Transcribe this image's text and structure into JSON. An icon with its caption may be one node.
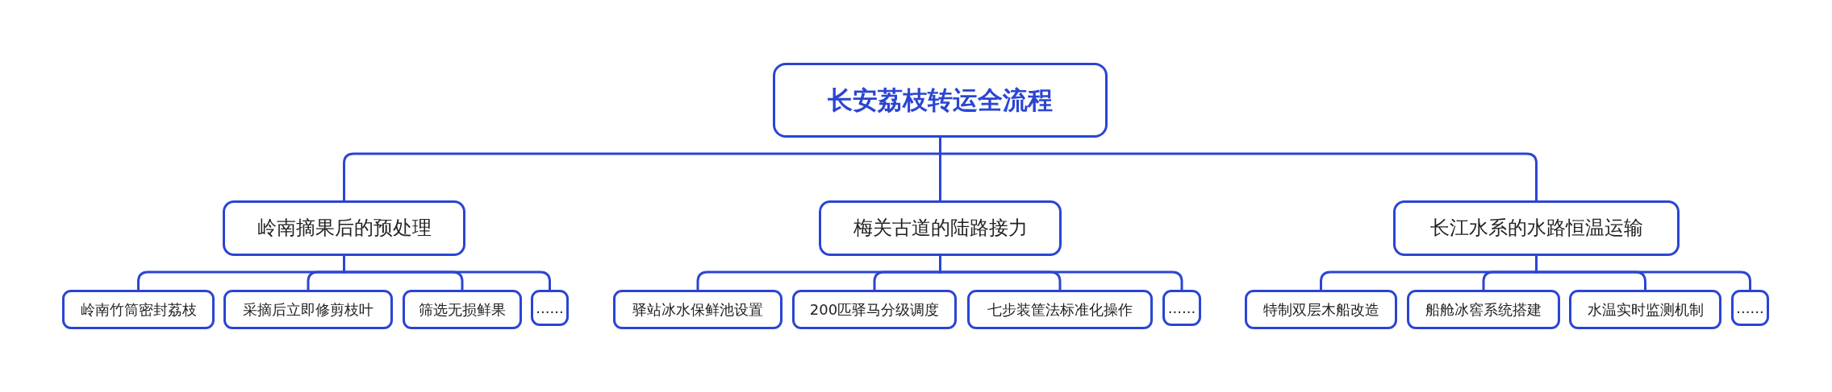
{
  "diagram": {
    "nodes": [
      {
        "text": [
          "长安荔枝转运全流程"
        ]
      },
      {
        "text": [
          "岭南摘果后的预处理"
        ]
      },
      {
        "text": [
          "梅关古道的陆路接力"
        ]
      },
      {
        "text": [
          "长江水系的水路恒温运输"
        ]
      },
      {
        "text": [
          "岭南竹筒密封荔枝"
        ]
      },
      {
        "text": [
          "采摘后立即修剪枝叶"
        ]
      },
      {
        "text": [
          "筛选无损鲜果"
        ]
      },
      {
        "text": [
          "......"
        ]
      },
      {
        "text": [
          "驿站冰水保鲜池设置"
        ]
      },
      {
        "text": [
          "200匹驿马分级调度"
        ]
      },
      {
        "text": [
          "七步装筐法标准化操作"
        ]
      },
      {
        "text": [
          "......"
        ]
      },
      {
        "text": [
          "特制双层木船改造"
        ]
      },
      {
        "text": [
          "船舱冰窖系统搭建"
        ]
      },
      {
        "text": [
          "水温实时监测机制"
        ]
      },
      {
        "text": [
          "......"
        ]
      }
    ],
    "edges": [
      {
        "from": 0,
        "to": 1,
        "arrow": "none"
      },
      {
        "from": 0,
        "to": 2,
        "arrow": "none"
      },
      {
        "from": 0,
        "to": 3,
        "arrow": "none"
      },
      {
        "from": 1,
        "to": 4,
        "arrow": "none"
      },
      {
        "from": 1,
        "to": 5,
        "arrow": "none"
      },
      {
        "from": 1,
        "to": 6,
        "arrow": "none"
      },
      {
        "from": 1,
        "to": 7,
        "arrow": "none"
      },
      {
        "from": 2,
        "to": 8,
        "arrow": "none"
      },
      {
        "from": 2,
        "to": 9,
        "arrow": "none"
      },
      {
        "from": 2,
        "to": 10,
        "arrow": "none"
      },
      {
        "from": 2,
        "to": 11,
        "arrow": "none"
      },
      {
        "from": 3,
        "to": 12,
        "arrow": "none"
      },
      {
        "from": 3,
        "to": 13,
        "arrow": "none"
      },
      {
        "from": 3,
        "to": 14,
        "arrow": "none"
      },
      {
        "from": 3,
        "to": 15,
        "arrow": "none"
      }
    ]
  }
}
